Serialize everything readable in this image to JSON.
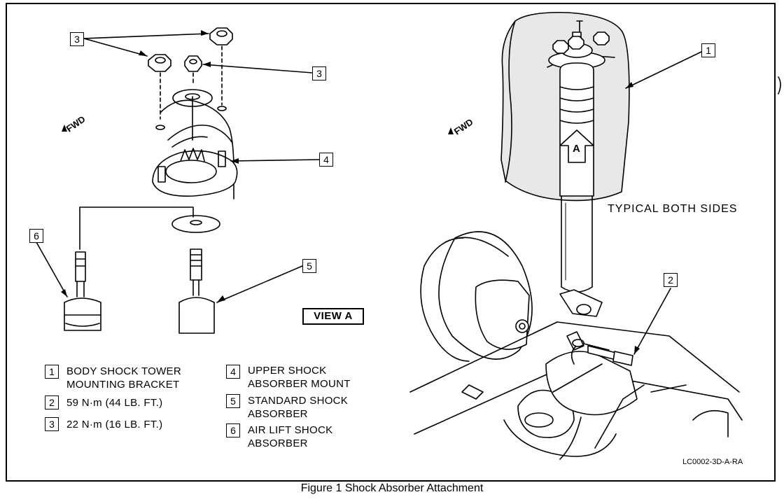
{
  "figure": {
    "caption": "Figure 1 Shock Absorber Attachment",
    "code": "LC0002-3D-A-RA",
    "typical_note": "TYPICAL BOTH SIDES",
    "view_label": "VIEW A",
    "fwd_label": "FWD",
    "view_arrow_letter": "A"
  },
  "callouts": {
    "c1": "1",
    "c2": "2",
    "c3a": "3",
    "c3b": "3",
    "c4": "4",
    "c5": "5",
    "c6": "6"
  },
  "legend": [
    {
      "num": "1",
      "line1": "BODY SHOCK TOWER",
      "line2": "MOUNTING BRACKET"
    },
    {
      "num": "2",
      "line1": "59 N·m (44 LB. FT.)",
      "line2": ""
    },
    {
      "num": "3",
      "line1": "22 N·m (16 LB. FT.)",
      "line2": ""
    },
    {
      "num": "4",
      "line1": "UPPER SHOCK",
      "line2": "ABSORBER MOUNT"
    },
    {
      "num": "5",
      "line1": "STANDARD SHOCK",
      "line2": "ABSORBER"
    },
    {
      "num": "6",
      "line1": "AIR LIFT SHOCK",
      "line2": "ABSORBER"
    }
  ]
}
